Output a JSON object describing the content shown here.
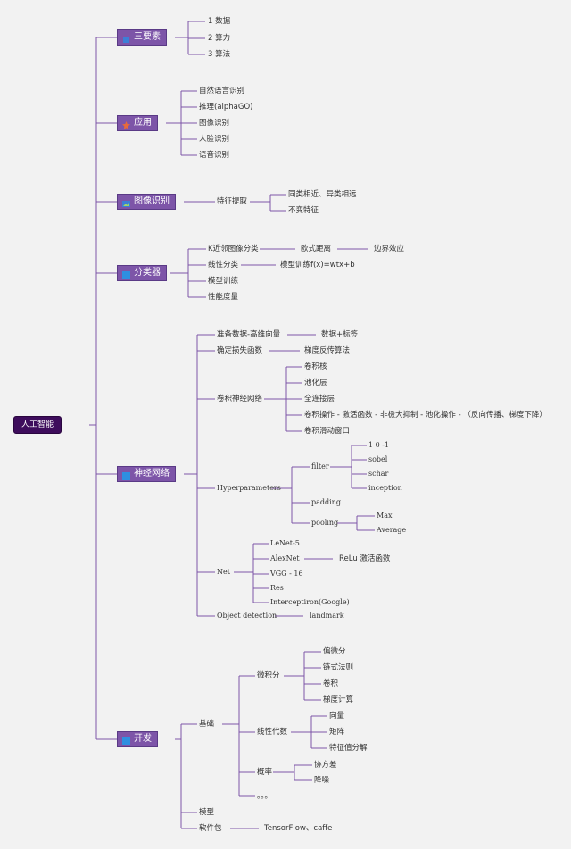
{
  "root": {
    "label": "人工智能"
  },
  "colors": {
    "line": "#7d55a8",
    "branch_bg": "#7d55a8",
    "root_bg": "#3e0d5c",
    "text": "#333333"
  },
  "branches": [
    {
      "label": "三要素",
      "icon": "cube-icon",
      "children": [
        "1 数据",
        "2 算力",
        "3 算法"
      ]
    },
    {
      "label": "应用",
      "icon": "star-icon",
      "children": [
        "自然语言识别",
        "推理(alphaGO)",
        "图像识别",
        "人脸识别",
        "语音识别"
      ]
    },
    {
      "label": "图像识别",
      "icon": "image-icon",
      "children": [
        "特征提取"
      ],
      "sub": {
        "特征提取": [
          "同类相近、异类相远",
          "不变特征"
        ]
      }
    },
    {
      "label": "分类器",
      "icon": "square-icon",
      "children": [
        "K近邻图像分类",
        "欧式距离",
        "边界效应",
        "线性分类",
        "模型训练f(x)=wtx+b",
        "模型训练",
        "性能度量"
      ]
    },
    {
      "label": "神经网络",
      "icon": "square-icon",
      "children": [
        "准备数据-高维向量",
        "数据+标签",
        "确定损失函数",
        "梯度反传算法",
        "卷积神经网络",
        "卷积核",
        "池化层",
        "全连接层",
        "卷积操作 - 激活函数 - 非极大抑制 - 池化操作 - （反向传播、梯度下降）",
        "卷积滑动窗口",
        "Hyperparameters",
        "filter",
        "1 0 -1",
        "sobel",
        "schar",
        "inception",
        "padding",
        "pooling",
        "Max",
        "Average",
        "Net",
        "LeNet-5",
        "AlexNet",
        "ReLu 激活函数",
        "VGG - 16",
        "Res",
        "Interceptiron(Google)",
        "Object detection",
        "landmark"
      ]
    },
    {
      "label": "开发",
      "icon": "square-icon",
      "children": [
        "基础",
        "微积分",
        "偏微分",
        "链式法则",
        "卷积",
        "梯度计算",
        "线性代数",
        "向量",
        "矩阵",
        "特征值分解",
        "概率",
        "协方差",
        "降噪",
        "。。。",
        "模型",
        "软件包",
        "TensorFlow、caffe"
      ]
    }
  ]
}
